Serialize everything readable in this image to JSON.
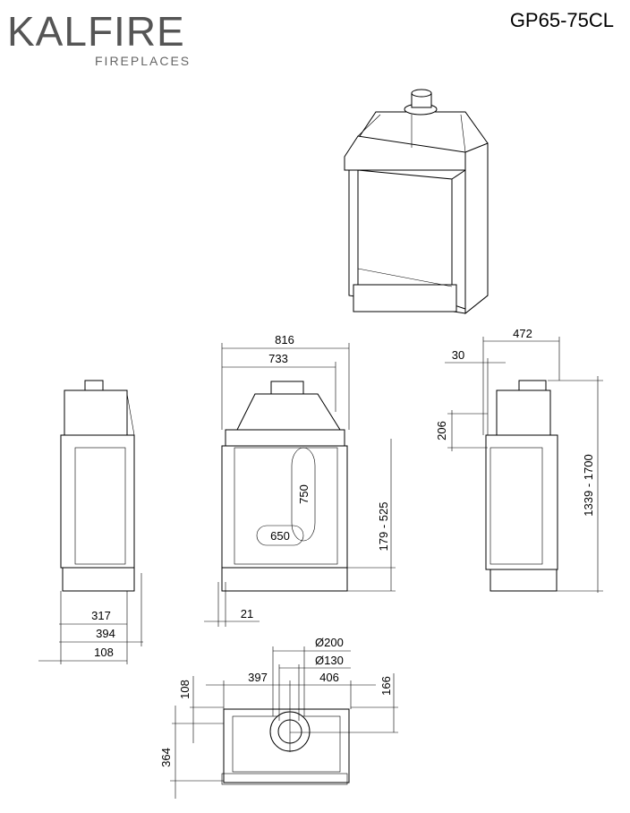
{
  "brand": {
    "name": "KALFIRE",
    "tagline": "FIREPLACES"
  },
  "model": "GP65-75CL",
  "dimensions": {
    "front": {
      "overall_width": "816",
      "inner_width": "733",
      "glass_height": "750",
      "glass_width": "650",
      "base_height": "179 - 525",
      "foot": "21"
    },
    "side_left": {
      "d1": "317",
      "d2": "394",
      "d3": "108"
    },
    "side_right": {
      "depth": "472",
      "offset": "30",
      "flue_height": "206",
      "total_height": "1339 - 1700"
    },
    "top": {
      "outer_flue": "Ø200",
      "inner_flue": "Ø130",
      "left": "397",
      "right": "406",
      "front_offset": "108",
      "flue_depth": "166",
      "depth": "364"
    }
  }
}
